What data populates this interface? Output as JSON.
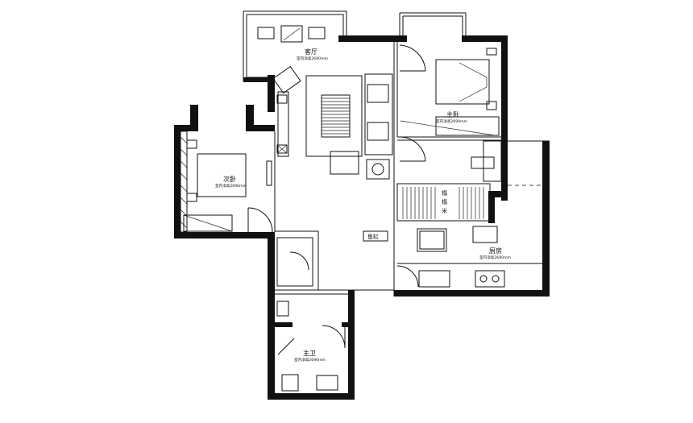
{
  "rooms": {
    "living_room": {
      "name": "客厅",
      "height_note": "室内净高2690mm"
    },
    "master_bedroom": {
      "name": "主卧",
      "height_note": "室内净高2690mm"
    },
    "second_bedroom": {
      "name": "次卧",
      "height_note": "室内净高2690mm"
    },
    "kitchen": {
      "name": "厨房",
      "height_note": "室内净高2690mm"
    },
    "master_bathroom": {
      "name": "主卫",
      "height_note": "室内净高2690mm"
    }
  },
  "fixtures": {
    "fish_tank": "鱼缸",
    "cabinet_chars": [
      "榻",
      "榻",
      "米"
    ]
  }
}
